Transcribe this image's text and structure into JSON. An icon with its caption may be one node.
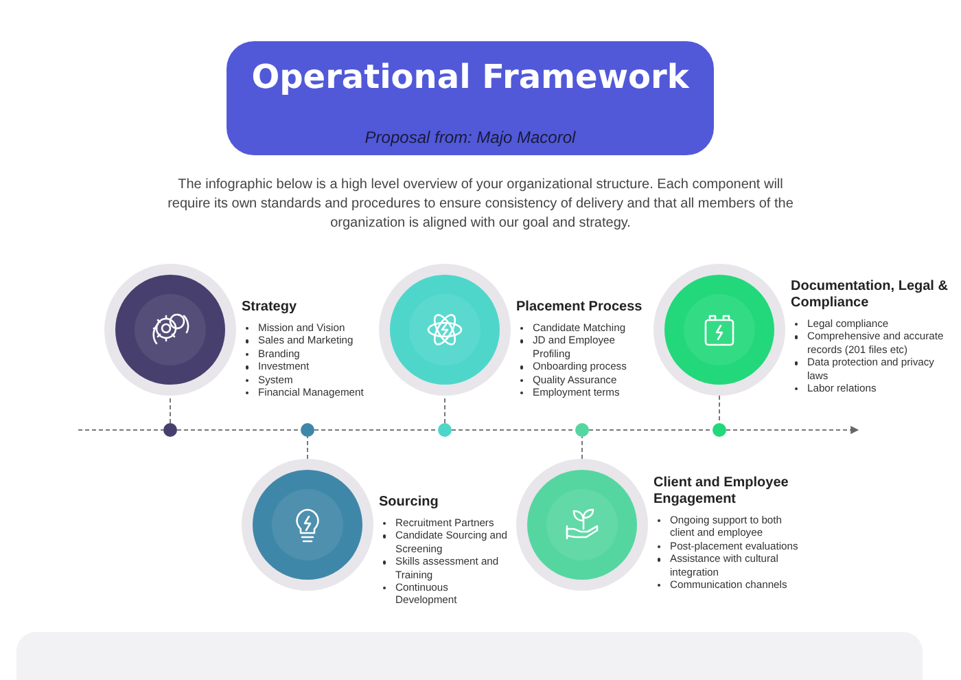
{
  "diagram": {
    "title": "Operational Framework",
    "nodes": [
      {
        "text": [
          "Strategy",
          "Mission and Vision",
          "Sales and Marketing",
          "Branding",
          "Investment",
          "System",
          "Financial Management"
        ]
      },
      {
        "text": [
          "Sourcing",
          "Recruitment Partners",
          "Candidate Sourcing and Screening",
          "Skills assessment and Training",
          "Continuous Development"
        ]
      },
      {
        "text": [
          "Placement Process",
          "Candidate Matching",
          "JD and Employee Profiling",
          "Onboarding process",
          "Quality Assurance",
          "Employment terms"
        ]
      },
      {
        "text": [
          "Client and Employee Engagement",
          "Ongoing support to both client and employee",
          "Post-placement evaluations",
          "Assistance with cultural integration",
          "Communication channels"
        ]
      },
      {
        "text": [
          "Documentation, Legal & Compliance",
          "Legal compliance",
          "Comprehensive and accurate records (201 files etc)",
          "Data protection and privacy laws",
          "Labor relations"
        ]
      },
      {
        "text": [],
        "shape": "circle"
      },
      {
        "text": [],
        "shape": "circle"
      },
      {
        "text": [],
        "shape": "circle"
      },
      {
        "text": [],
        "shape": "circle"
      },
      {
        "text": [],
        "shape": "circle"
      }
    ],
    "edges": [
      {
        "from": 0,
        "to": 5,
        "arrow": "none",
        "style": "dashed"
      },
      {
        "from": 1,
        "to": 6,
        "arrow": "none",
        "style": "dashed"
      },
      {
        "from": 2,
        "to": 7,
        "arrow": "none",
        "style": "dashed"
      },
      {
        "from": 3,
        "to": 8,
        "arrow": "none",
        "style": "dashed"
      },
      {
        "from": 4,
        "to": 9,
        "arrow": "none",
        "style": "dashed"
      },
      {
        "from": null,
        "to": 5,
        "arrow": "none",
        "style": "dashed"
      },
      {
        "from": 5,
        "to": 6,
        "arrow": "none",
        "style": "dashed"
      },
      {
        "from": 6,
        "to": 7,
        "arrow": "none",
        "style": "dashed"
      },
      {
        "from": 7,
        "to": 8,
        "arrow": "none",
        "style": "dashed"
      },
      {
        "from": 8,
        "to": 9,
        "arrow": "none",
        "style": "dashed"
      },
      {
        "from": 9,
        "to": null,
        "arrow": "to",
        "style": "dashed"
      }
    ],
    "labels": [
      "Proposal from: Majo Macorol",
      "The infographic below is a high level overview of your organizational structure. Each component will require its own standards and procedures to ensure consistency of delivery and that all members of the organization is aligned with our goal and strategy."
    ]
  }
}
